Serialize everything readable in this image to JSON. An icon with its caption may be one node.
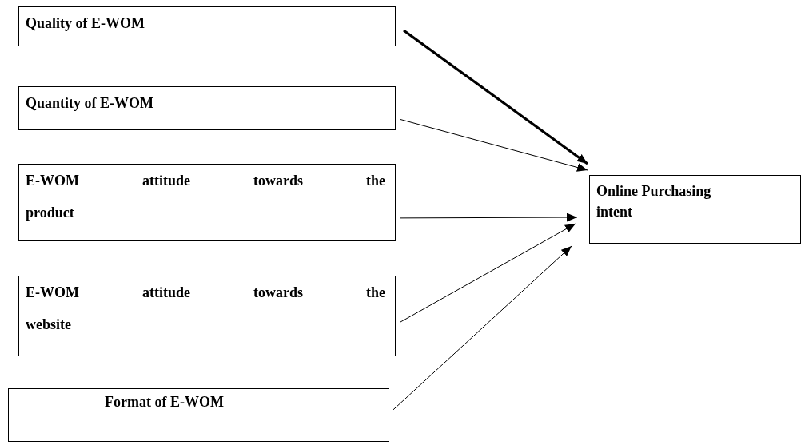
{
  "diagram": {
    "nodes": [
      {
        "text": [
          "Quality of E-WOM"
        ]
      },
      {
        "text": [
          "Quantity of E-WOM"
        ]
      },
      {
        "text": [
          "E-WOM attitude towards the product"
        ]
      },
      {
        "text": [
          "E-WOM attitude towards the website"
        ]
      },
      {
        "text": [
          "Format of E-WOM"
        ]
      },
      {
        "text": [
          "Online Purchasing intent"
        ]
      }
    ],
    "edges": [
      {
        "from": 0,
        "to": 5,
        "arrow": "to",
        "style": "thick"
      },
      {
        "from": 1,
        "to": 5,
        "arrow": "to"
      },
      {
        "from": 2,
        "to": 5,
        "arrow": "to"
      },
      {
        "from": 3,
        "to": 5,
        "arrow": "to"
      },
      {
        "from": 4,
        "to": 5,
        "arrow": "to"
      }
    ]
  }
}
